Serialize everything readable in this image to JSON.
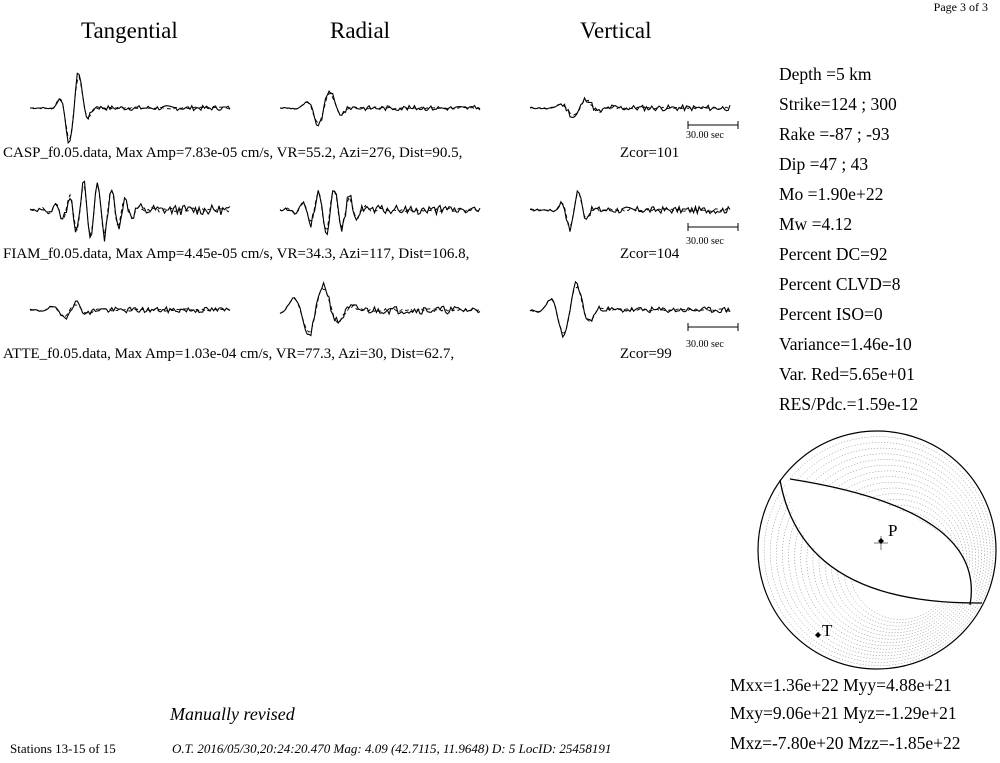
{
  "page": {
    "label": "Page 3 of 3"
  },
  "components": [
    "Tangential",
    "Radial",
    "Vertical"
  ],
  "stations": [
    {
      "file": "CASP_f0.05.data,",
      "max_amp": "Max Amp=7.83e-05 cm/s,",
      "vr": "VR=55.2,",
      "azi": "Azi=276,",
      "dist": "Dist=90.5,",
      "zcor": "Zcor=101",
      "scale": "30.00 sec"
    },
    {
      "file": "FIAM_f0.05.data,",
      "max_amp": "Max Amp=4.45e-05 cm/s,",
      "vr": "VR=34.3,",
      "azi": "Azi=117,",
      "dist": "Dist=106.8,",
      "zcor": "Zcor=104",
      "scale": "30.00 sec"
    },
    {
      "file": "ATTE_f0.05.data,",
      "max_amp": "Max Amp=1.03e-04 cm/s,",
      "vr": "VR=77.3,",
      "azi": "Azi=30,",
      "dist": "Dist=62.7,",
      "zcor": "Zcor=99",
      "scale": "30.00 sec"
    }
  ],
  "params": [
    "Depth =5 km",
    "Strike=124 ; 300",
    "Rake  =-87 ; -93",
    "Dip   =47 ; 43",
    "Mo    =1.90e+22",
    "Mw    =4.12",
    "Percent DC=92",
    "Percent CLVD=8",
    "Percent ISO=0",
    "Variance=1.46e-10",
    "Var. Red=5.65e+01",
    "RES/Pdc.=1.59e-12"
  ],
  "beachball": {
    "p_label": "P",
    "t_label": "T"
  },
  "tensor": [
    "Mxx=1.36e+22 Myy=4.88e+21",
    "Mxy=9.06e+21 Myz=-1.29e+21",
    "Mxz=-7.80e+20 Mzz=-1.85e+22"
  ],
  "footer": {
    "manual": "Manually revised",
    "stations": "Stations 13-15 of 15",
    "origin": "O.T. 2016/05/30,20:24:20.470  Mag: 4.09  (42.7115, 11.9648)  D: 5  LocID: 25458191"
  }
}
